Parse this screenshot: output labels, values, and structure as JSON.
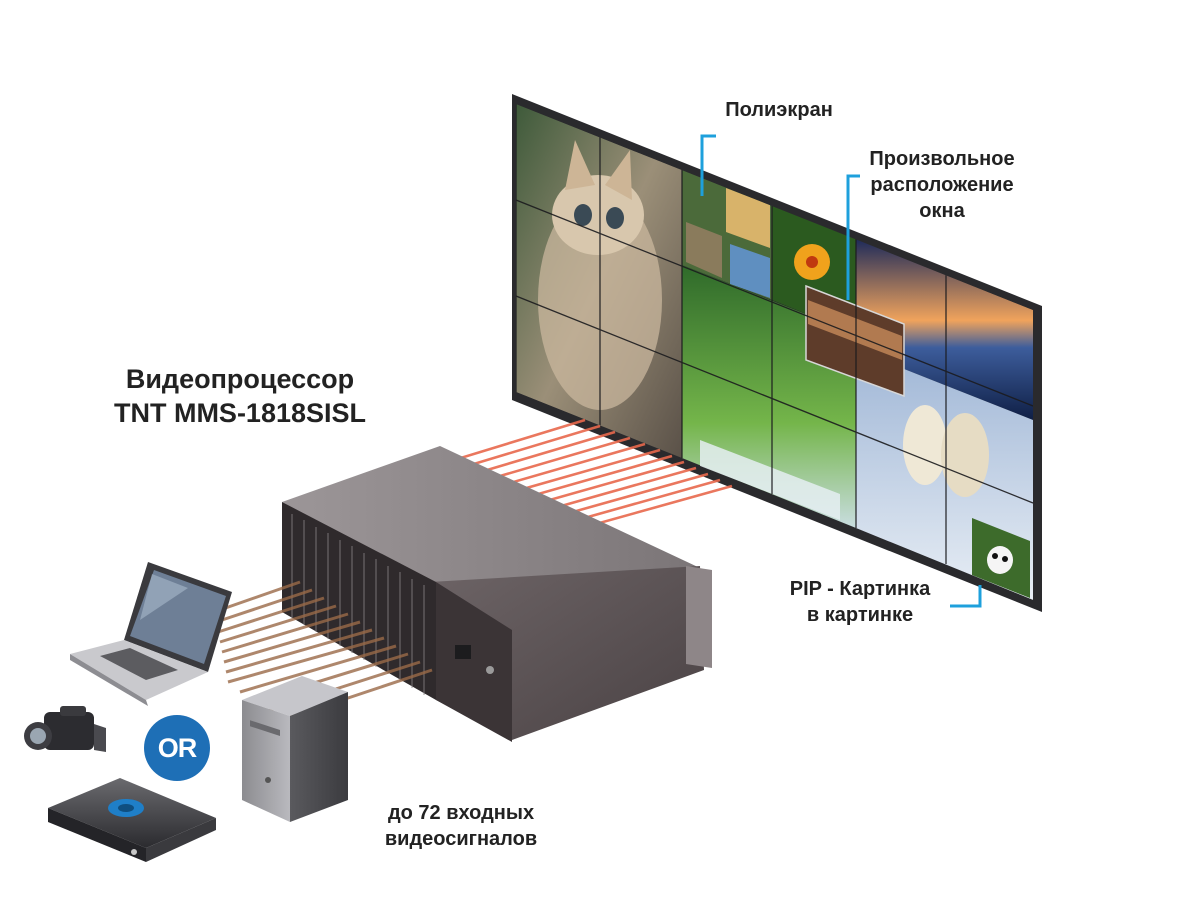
{
  "labels": {
    "processor_line1": "Видеопроцессор",
    "processor_line2": "TNT MMS-1818SISL",
    "videowall": "Полиэкран",
    "free_window_line1": "Произвольное",
    "free_window_line2": "расположение",
    "free_window_line3": "окна",
    "pip_line1": "PIP - Картинка",
    "pip_line2": "в картинке",
    "inputs_line1": "до 72 входных",
    "inputs_line2": "видеосигналов",
    "or_badge": "OR"
  },
  "colors": {
    "callout_line": "#1ea0dc",
    "output_beams": "#e8694d",
    "input_beams": "#9a6a48",
    "or_badge": "#1e6fb6",
    "device_body": "#55504f"
  },
  "icons": [
    "laptop-icon",
    "camcorder-icon",
    "blu-ray-player-icon",
    "pc-tower-icon"
  ]
}
